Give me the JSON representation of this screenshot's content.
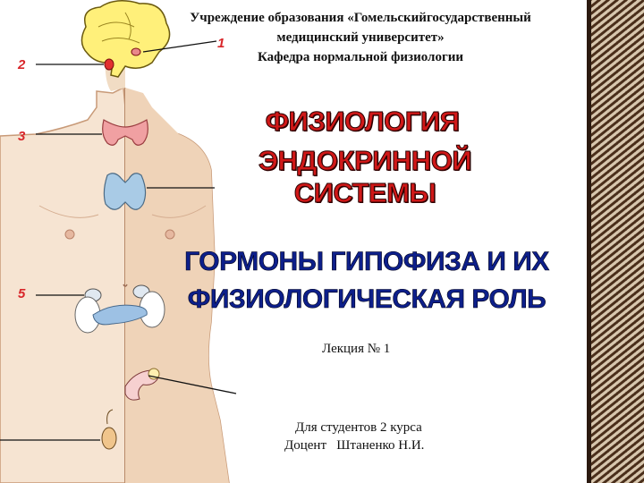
{
  "institution": {
    "line1": "Учреждение образования «Гомельскийгосударственный",
    "line2": "медицинский университет»",
    "line3": "Кафедра нормальной физиологии"
  },
  "title": {
    "line1": "ФИЗИОЛОГИЯ",
    "line2": "ЭНДОКРИННОЙ СИСТЕМЫ"
  },
  "subtitle": {
    "line1_a": "ГОРМОНЫ ГИПОФИЗА",
    "line1_b": " И ИХ",
    "line2": "ФИЗИОЛОГИЧЕСКАЯ РОЛЬ"
  },
  "lecture": "Лекция № 1",
  "audience": "Для студентов 2 курса",
  "author": "Доцент   Штаненко Н.И.",
  "markers": [
    "1",
    "2",
    "3",
    "5"
  ],
  "colors": {
    "title_red": "#d01818",
    "subtitle_blue": "#0d1f8a",
    "marker_red": "#d8262a",
    "skin": "#f3ddc6",
    "border_stripe": "#5a3a22"
  }
}
